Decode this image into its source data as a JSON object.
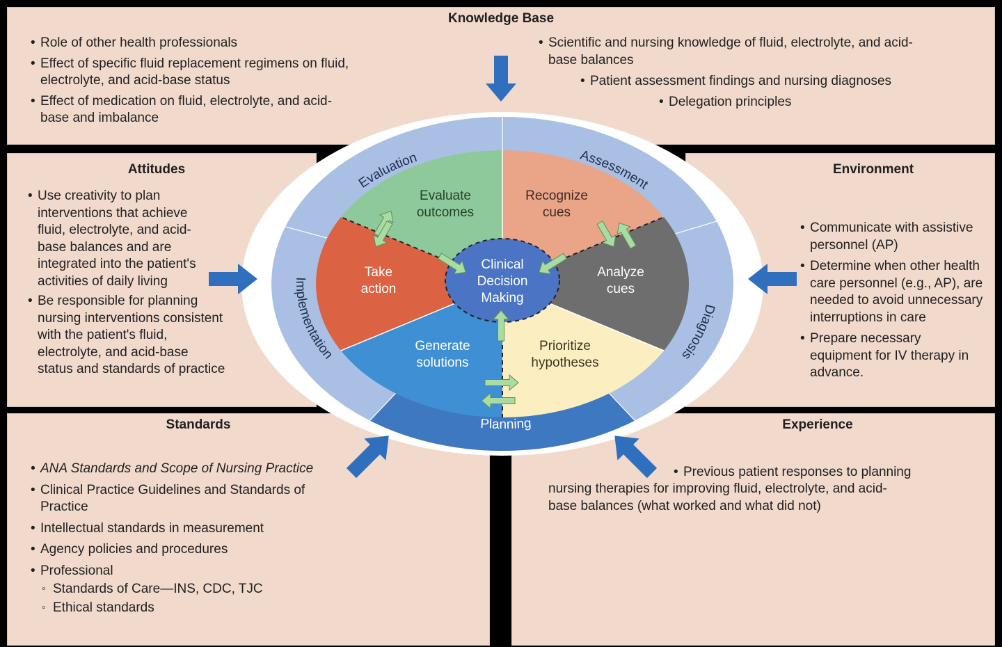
{
  "knowledge": {
    "title": "Knowledge Base",
    "left_items": [
      "Role of other health professionals",
      "Effect of specific fluid replacement regimens on fluid, electrolyte, and acid-base status",
      "Effect of medication on fluid, electrolyte, and acid-base and imbalance"
    ],
    "right_items": [
      "Scientific and nursing knowledge of fluid, electrolyte, and acid-base balances",
      "Patient assessment findings and nursing diagnoses",
      "Delegation principles"
    ]
  },
  "attitudes": {
    "title": "Attitudes",
    "items": [
      "Use creativity to plan interventions that achieve fluid, electrolyte, and acid-base balances and are integrated into the patient's activities of daily living",
      "Be responsible for planning nursing interventions consistent with the patient's fluid, electrolyte, and acid-base status and standards of practice"
    ]
  },
  "environment": {
    "title": "Environment",
    "items": [
      "Communicate with assistive personnel (AP)",
      "Determine when other health care personnel (e.g., AP), are needed to avoid unnecessary interruptions in care",
      "Prepare necessary equipment for IV therapy in advance."
    ]
  },
  "standards": {
    "title": "Standards",
    "items": [
      "ANA Standards and Scope of Nursing Practice",
      "Clinical Practice Guidelines and Standards of Practice",
      "Intellectual standards in measurement",
      "Agency policies and procedures",
      "Professional"
    ],
    "sub_items": [
      "Standards of Care—INS, CDC, TJC",
      "Ethical standards"
    ]
  },
  "experience": {
    "title": "Experience",
    "items": [
      "Previous patient responses to planning",
      "nursing therapies for improving fluid, electrolyte, and acid-base balances (what worked and what did not)"
    ]
  },
  "diagram": {
    "center": [
      "Clinical",
      "Decision",
      "Making"
    ],
    "ring": {
      "evaluation": "Evaluation",
      "assessment": "Assessment",
      "diagnosis": "Diagnosis",
      "planning": "Planning",
      "implementation": "Implementation"
    },
    "wedges": [
      {
        "key": "recognize",
        "lines": [
          "Recognize",
          "cues"
        ],
        "color": "#eaa488",
        "text_color": "#3b2a22"
      },
      {
        "key": "analyze",
        "lines": [
          "Analyze",
          "cues"
        ],
        "color": "#6e6e6e",
        "text_color": "#ffffff"
      },
      {
        "key": "prioritize",
        "lines": [
          "Prioritize",
          "hypotheses"
        ],
        "color": "#fbefc2",
        "text_color": "#3b3520"
      },
      {
        "key": "generate",
        "lines": [
          "Generate",
          "solutions"
        ],
        "color": "#3f8fd4",
        "text_color": "#ffffff"
      },
      {
        "key": "take",
        "lines": [
          "Take",
          "action"
        ],
        "color": "#dc6244",
        "text_color": "#ffffff"
      },
      {
        "key": "evaluate",
        "lines": [
          "Evaluate",
          "outcomes"
        ],
        "color": "#8ec99b",
        "text_color": "#25402b"
      }
    ],
    "colors": {
      "ring": "#a9c0e4",
      "planning": "#3e78c0",
      "center": "#4b74c4",
      "arrow_blue": "#2f6fbd",
      "arrow_green": "#a9dca2",
      "panel": "#f1d9cc"
    }
  }
}
